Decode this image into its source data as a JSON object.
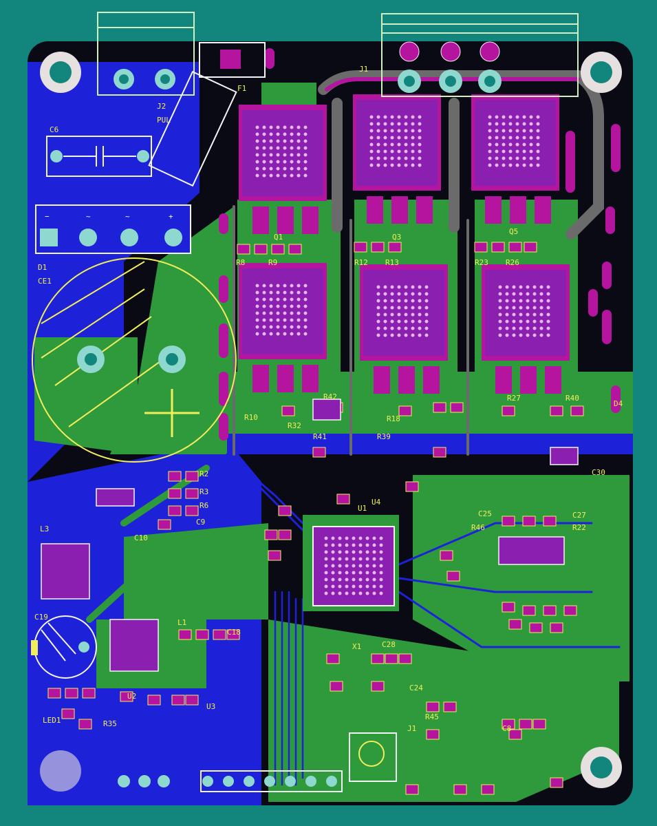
{
  "board": {
    "colors": {
      "background": "#12857c",
      "board": "#0a0a14",
      "bottom_copper": "#1d22d8",
      "top_copper": "#2f9a3c",
      "pad_magenta": "#b4149e",
      "component_purple": "#8a1fb0",
      "silkscreen": "#f2ee5a",
      "via": "#8fd8d0"
    },
    "silkscreen_labels": [
      "J2",
      "PUL",
      "C6",
      "F1",
      "J1",
      "Q1",
      "R8",
      "R9",
      "Q3",
      "R12",
      "R13",
      "Q5",
      "R23",
      "R26",
      "D1",
      "CE1",
      "R42",
      "R10",
      "R32",
      "R41",
      "R18",
      "R39",
      "R27",
      "R40",
      "D4",
      "C30",
      "U1",
      "R2",
      "R3",
      "R6",
      "C9",
      "L3",
      "C10",
      "C19",
      "L1",
      "C18",
      "U3",
      "U2",
      "X1",
      "C28",
      "C24",
      "J1",
      "C8",
      "U4",
      "LED1",
      "R35",
      "R45",
      "C25",
      "C27",
      "R22",
      "R46"
    ],
    "terminal_marks": [
      "−",
      "~",
      "~",
      "+"
    ]
  }
}
